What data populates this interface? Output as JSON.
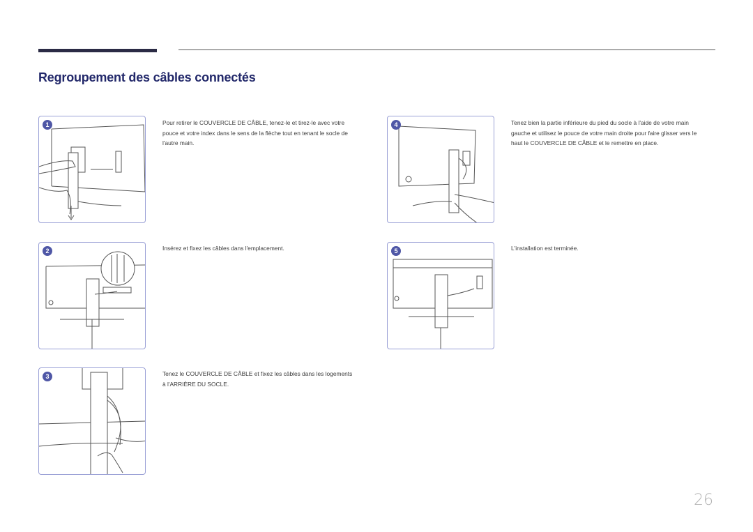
{
  "title": "Regroupement des câbles connectés",
  "steps": [
    {
      "number": "1",
      "text": "Pour retirer le COUVERCLE DE CÂBLE, tenez-le et tirez-le avec votre pouce et votre index dans le sens de la flèche tout en tenant le socle de l'autre main."
    },
    {
      "number": "2",
      "text": "Insérez et fixez les câbles dans l'emplacement."
    },
    {
      "number": "3",
      "text": "Tenez le COUVERCLE DE CÂBLE et fixez les câbles dans les logements à l'ARRIÈRE DU SOCLE."
    },
    {
      "number": "4",
      "text": "Tenez bien la partie inférieure du pied du socle à l'aide de votre main gauche et utilisez le pouce de votre main droite pour faire glisser vers le haut le COUVERCLE DE CÂBLE et le remettre en place."
    },
    {
      "number": "5",
      "text": "L'installation est terminée."
    }
  ],
  "page_number": "26",
  "colors": {
    "accent": "#22286a",
    "badge": "#4f57a6",
    "frame_border": "#9aa0d6"
  }
}
